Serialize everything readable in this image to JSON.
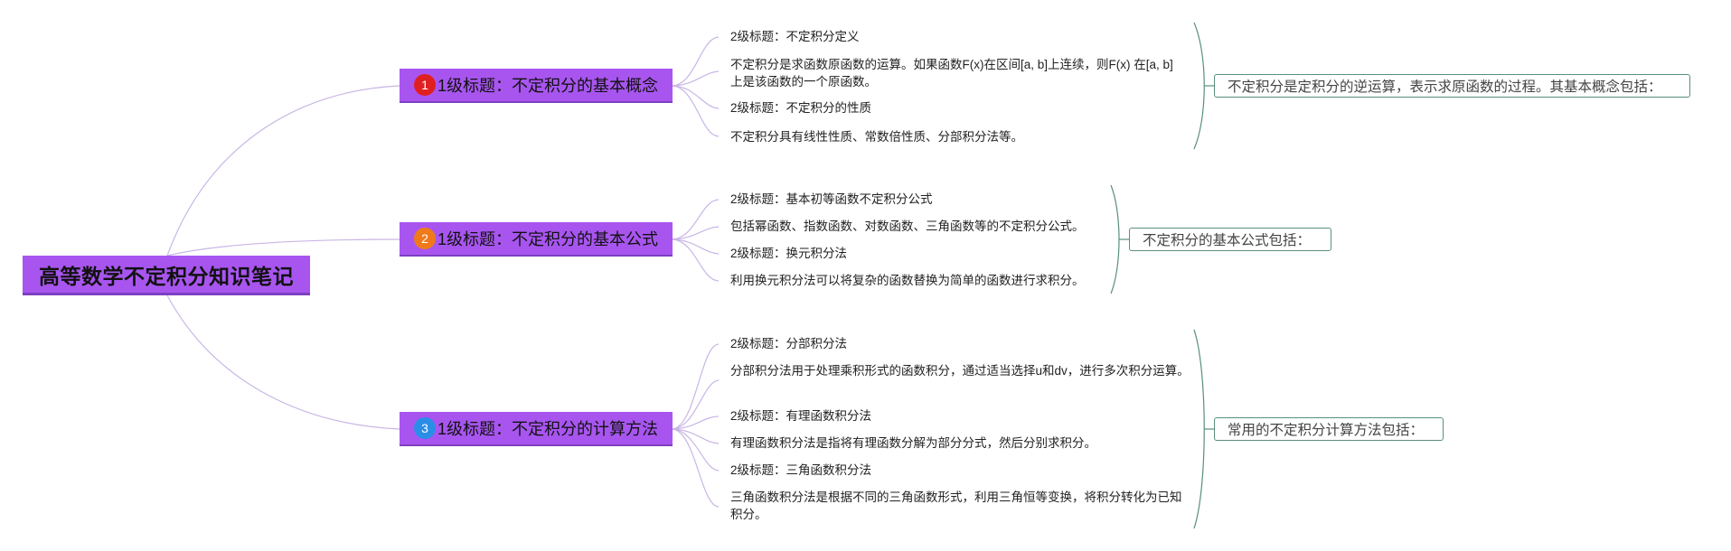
{
  "root": {
    "title": "高等数学不定积分知识笔记"
  },
  "topics": [
    {
      "badge": "1",
      "badge_color": "#e02020",
      "title": "1级标题：不定积分的基本概念",
      "summary": "不定积分是定积分的逆运算，表示求原函数的过程。其基本概念包括：",
      "items": [
        "2级标题：不定积分定义",
        "不定积分是求函数原函数的运算。如果函数F(x)在区间[a, b]上连续，则F(x) 在[a, b]上是该函数的一个原函数。",
        "2级标题：不定积分的性质",
        "不定积分具有线性性质、常数倍性质、分部积分法等。"
      ]
    },
    {
      "badge": "2",
      "badge_color": "#f07a1a",
      "title": "1级标题：不定积分的基本公式",
      "summary": "不定积分的基本公式包括：",
      "items": [
        "2级标题：基本初等函数不定积分公式",
        "包括幂函数、指数函数、对数函数、三角函数等的不定积分公式。",
        "2级标题：换元积分法",
        "利用换元积分法可以将复杂的函数替换为简单的函数进行求积分。"
      ]
    },
    {
      "badge": "3",
      "badge_color": "#2a8ee8",
      "title": "1级标题：不定积分的计算方法",
      "summary": "常用的不定积分计算方法包括：",
      "items": [
        "2级标题：分部积分法",
        "分部积分法用于处理乘积形式的函数积分，通过适当选择u和dv，进行多次积分运算。",
        "2级标题：有理函数积分法",
        "有理函数积分法是指将有理函数分解为部分分式，然后分别求积分。",
        "2级标题：三角函数积分法",
        "三角函数积分法是根据不同的三角函数形式，利用三角恒等变换，将积分转化为已知积分。"
      ]
    }
  ]
}
